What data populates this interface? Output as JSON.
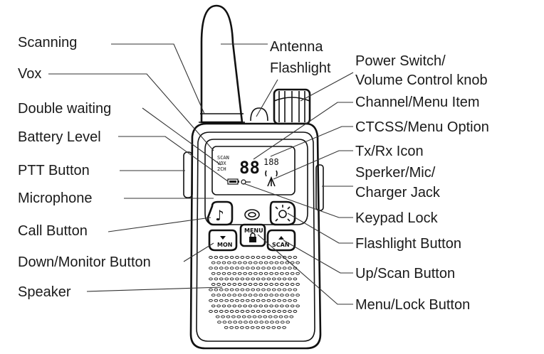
{
  "labels": {
    "scanning": "Scanning",
    "vox": "Vox",
    "double_waiting": "Double waiting",
    "battery_level": "Battery Level",
    "ptt_button": "PTT Button",
    "microphone": "Microphone",
    "call_button": "Call Button",
    "down_monitor_button": "Down/Monitor Button",
    "speaker": "Speaker",
    "antenna": "Antenna",
    "flashlight": "Flashlight",
    "power_switch_1": "Power Switch/",
    "power_switch_2": "Volume Control knob",
    "channel_menu_item": "Channel/Menu Item",
    "ctcss_menu_option": "CTCSS/Menu Option",
    "tx_rx_icon": "Tx/Rx Icon",
    "speaker_mic_1": "Sperker/Mic/",
    "speaker_mic_2": "Charger Jack",
    "keypad_lock": "Keypad Lock",
    "flashlight_button": "Flashlight Button",
    "up_scan_button": "Up/Scan Button",
    "menu_lock_button": "Menu/Lock Button"
  },
  "device": {
    "btn_mon": "MON",
    "btn_menu": "MENU",
    "btn_scan": "SCAN",
    "lcd_scan": "SCAN",
    "lcd_vox": "VOX",
    "lcd_2ch": "2CH",
    "lcd_channel": "88",
    "lcd_code": "188"
  }
}
